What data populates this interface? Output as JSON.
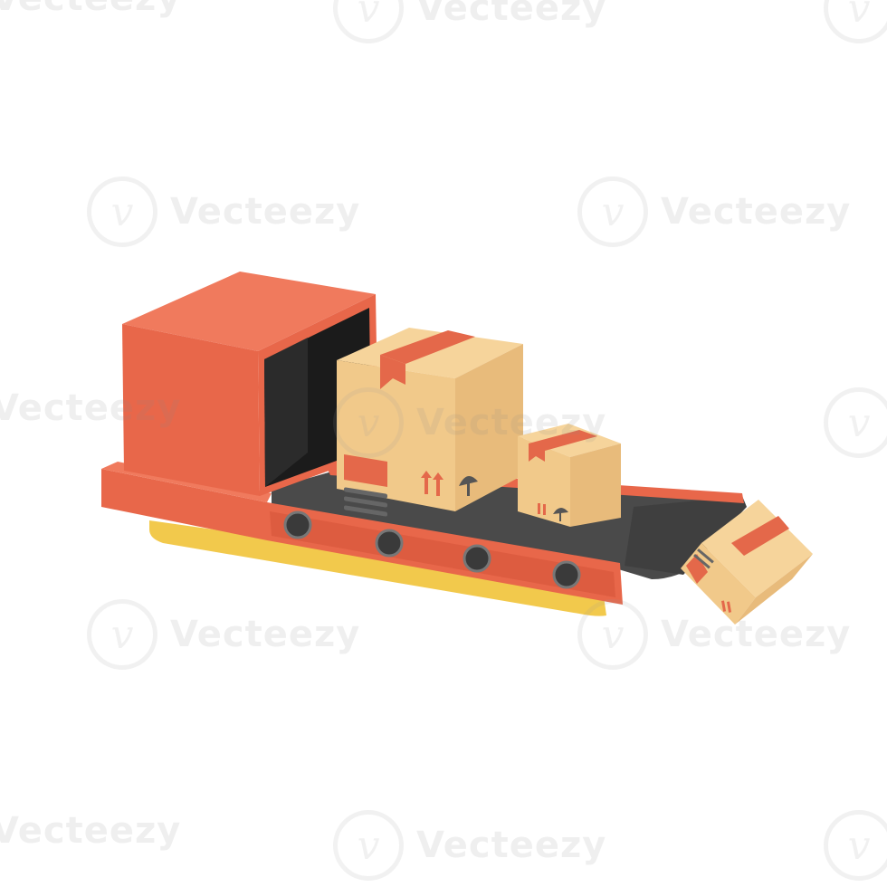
{
  "watermark": {
    "text": "Vecteezy",
    "logo_glyph": "v"
  },
  "colors": {
    "background": "#ffffff",
    "machine_orange": "#e8674a",
    "machine_orange_dark": "#c9533a",
    "belt_dark": "#4a4a4a",
    "base_yellow": "#f2c94c",
    "box_tan": "#f1c98a",
    "box_tan_shade": "#e2b272",
    "tape_red": "#e4684a",
    "roller_gray": "#555555"
  },
  "icons": {
    "boxes": [
      "cardboard-box-large",
      "cardboard-box-small",
      "cardboard-box-falling"
    ],
    "box_markings": [
      "this-side-up-arrows-icon",
      "umbrella-keep-dry-icon",
      "label-lines"
    ]
  }
}
